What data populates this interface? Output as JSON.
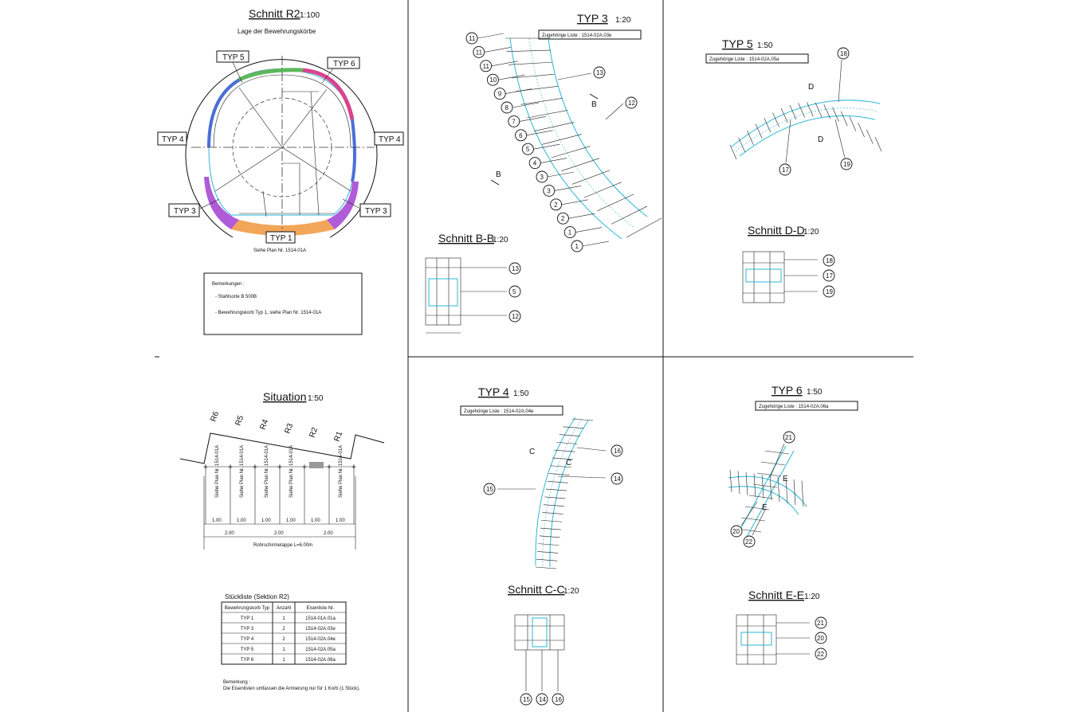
{
  "r2": {
    "title": "Schnitt R2",
    "scale": "1:100",
    "subtitle": "Lage der Bewehrungskörbe",
    "typ1": "TYP 1",
    "typ3": "TYP 3",
    "typ4": "TYP 4",
    "typ5": "TYP 5",
    "typ6": "TYP 6",
    "plan_ref": "Siehe Plan Nr. 1514-01A",
    "colors": {
      "green": "#5cb85c",
      "magenta": "#d9438f",
      "blue": "#4a6fd6",
      "purple": "#b05bd8",
      "orange": "#f2a65a"
    }
  },
  "notes": {
    "heading": "Bemerkungen :",
    "line1": "- Stahlsorte B 500B",
    "line2": "- Bewehrungskorb Typ 1, siehe Plan Nr. 1514-01A"
  },
  "typ3": {
    "title": "TYP 3",
    "scale": "1:20",
    "list": "Zugehörige Liste : 1514-02A.03e",
    "left_nums": [
      "11",
      "11",
      "11",
      "10",
      "9",
      "8",
      "7",
      "6",
      "5",
      "4",
      "3",
      "3",
      "2",
      "2",
      "1",
      "1"
    ],
    "right_nums": [
      "13",
      "12"
    ],
    "sec_b": "B"
  },
  "secBB": {
    "title": "Schnitt B-B",
    "scale": "1:20",
    "nums": [
      "13",
      "5",
      "12"
    ]
  },
  "typ5": {
    "title": "TYP 5",
    "scale": "1:50",
    "list": "Zugehörige Liste : 1514-02A.05a",
    "nums": [
      "18",
      "17",
      "19"
    ],
    "sec_d": "D"
  },
  "secDD": {
    "title": "Schnitt D-D",
    "scale": "1:20",
    "nums": [
      "18",
      "17",
      "19"
    ]
  },
  "situation": {
    "title": "Situation",
    "scale": "1:50",
    "rings": [
      "R6",
      "R5",
      "R4",
      "R3",
      "R2",
      "R1"
    ],
    "panel_text": "Siehe Plan Nr. 1514-01A",
    "dims_a": [
      "1.00",
      "1.00",
      "1.00",
      "1.00",
      "1.00",
      "1.00"
    ],
    "dims_b": [
      "2.00",
      "2.00",
      "2.00"
    ],
    "total": "Rohrschirmetappe L=6.00m"
  },
  "parts": {
    "title": "Stückliste (Sektion R2)",
    "headers": [
      "Bewehrungskorb Typ",
      "Anzahl",
      "Eisenliste Nr."
    ],
    "rows": [
      [
        "TYP 1",
        "1",
        "1514-01A.01a"
      ],
      [
        "TYP 3",
        "2",
        "1514-02A.03e"
      ],
      [
        "TYP 4",
        "2",
        "1514-02A.04e"
      ],
      [
        "TYP 5",
        "1",
        "1514-02A.05a"
      ],
      [
        "TYP 6",
        "1",
        "1514-02A.06a"
      ]
    ],
    "remark_head": "Bemerkung :",
    "remark": "Die Eisenlisten umfassen die Armierung nur für 1 Korb (1 Stück)."
  },
  "typ4": {
    "title": "TYP 4",
    "scale": "1:50",
    "list": "Zugehörige Liste : 1514-02A.04e",
    "nums": [
      "16",
      "14",
      "15"
    ],
    "sec_c": "C"
  },
  "secCC": {
    "title": "Schnitt C-C",
    "scale": "1:20",
    "nums": [
      "15",
      "14",
      "16"
    ]
  },
  "typ6": {
    "title": "TYP 6",
    "scale": "1:50",
    "list": "Zugehörige Liste : 1514-02A.06a",
    "nums": [
      "21",
      "20",
      "22"
    ],
    "sec_e": "E"
  },
  "secEE": {
    "title": "Schnitt E-E",
    "scale": "1:20",
    "nums": [
      "21",
      "20",
      "22"
    ]
  }
}
